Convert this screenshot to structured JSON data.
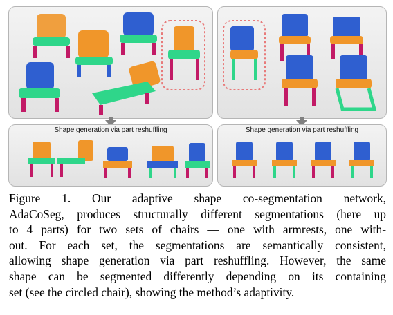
{
  "panels": {
    "left_gen_label": "Shape generation via part reshuffling",
    "right_gen_label": "Shape generation via part reshuffling"
  },
  "caption": {
    "lines": [
      "Figure   1.   Our   adaptive   shape   co-segmentation   network,",
      "AdaCoSeg, produces structurally different segmentations (here up",
      "to 4 parts) for two sets of chairs — one with armrests, one with-",
      "out.  For each set, the segmentations are semantically consistent,",
      "allowing shape generation via part reshuffling. However, the same",
      "shape can be segmented differently depending on its containing",
      "set (see the circled chair), showing the method’s adaptivity."
    ]
  },
  "colors": {
    "part_back": "#2f5fd0",
    "part_seat": "#f0962a",
    "part_legs": "#c21a66",
    "part_armrest": "#2fd68a",
    "highlight_circle": "#e87a7a"
  }
}
